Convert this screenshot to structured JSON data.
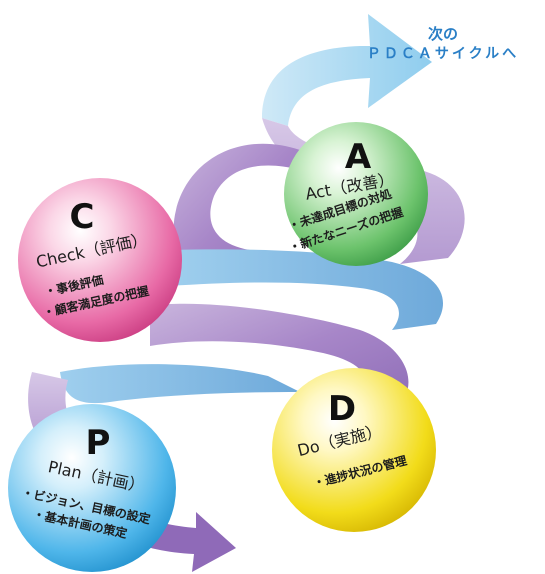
{
  "next_cycle": {
    "line1": "次の",
    "line2": "ＰＤＣＡサイクルへ"
  },
  "phases": {
    "act": {
      "letter": "A",
      "name": "Act（改善）",
      "items": [
        "・未達成目標の対処",
        "・新たなニーズの把握"
      ],
      "color": "#6cc36c"
    },
    "check": {
      "letter": "C",
      "name": "Check（評価）",
      "items": [
        "・事後評価",
        "・顧客満足度の把握"
      ],
      "color": "#e86aa6"
    },
    "do": {
      "letter": "D",
      "name": "Do（実施）",
      "items": [
        "・進捗状況の管理"
      ],
      "color": "#f2dc1a"
    },
    "plan": {
      "letter": "P",
      "name": "Plan（計画）",
      "items": [
        "・ビジョン、目標の設定",
        "・基本計画の策定"
      ],
      "color": "#4fb6ea"
    }
  },
  "ribbon_colors": {
    "purple": "#a37ec3",
    "lavender": "#c7b3d9",
    "blue": "#8ec6e8",
    "light_blue": "#bfe3f6"
  }
}
